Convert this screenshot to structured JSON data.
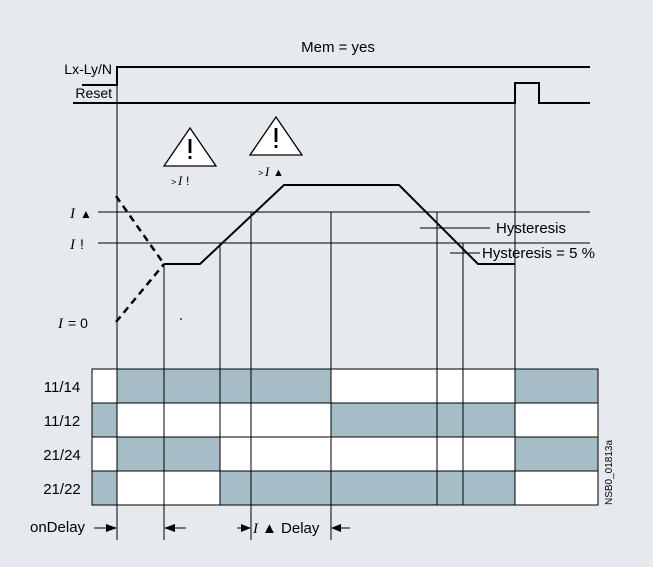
{
  "header": {
    "mem_label": "Mem = yes",
    "signal_lx": "Lx-Ly/N",
    "signal_reset": "Reset"
  },
  "warnings": {
    "overcurrent_label": ">I !",
    "overcurrent_sym": "I",
    "overcurrent_mark": "!",
    "threshold_label": ">I ▲",
    "threshold_sym": "I",
    "threshold_mark": "▲"
  },
  "current_axis": {
    "i_up_sym": "I",
    "i_up_mark": "▲",
    "i_warn_sym": "I",
    "i_warn_mark": "!",
    "i_zero_sym": "I",
    "i_zero_rest": "= 0"
  },
  "annotations": {
    "hysteresis": "Hysteresis",
    "hysteresis_5": "Hysteresis = 5 %"
  },
  "contacts": {
    "rows": [
      {
        "label": "11/14"
      },
      {
        "label": "11/12"
      },
      {
        "label": "21/24"
      },
      {
        "label": "21/22"
      }
    ]
  },
  "timing": {
    "on_delay": "onDelay",
    "i_delay_sym": "I",
    "i_delay_rest": "▲ Delay"
  },
  "side_code": "NSB0_01813a",
  "colors": {
    "background": "#e6eaee",
    "contact_fill": "#a6bdc7",
    "line": "#000000"
  }
}
